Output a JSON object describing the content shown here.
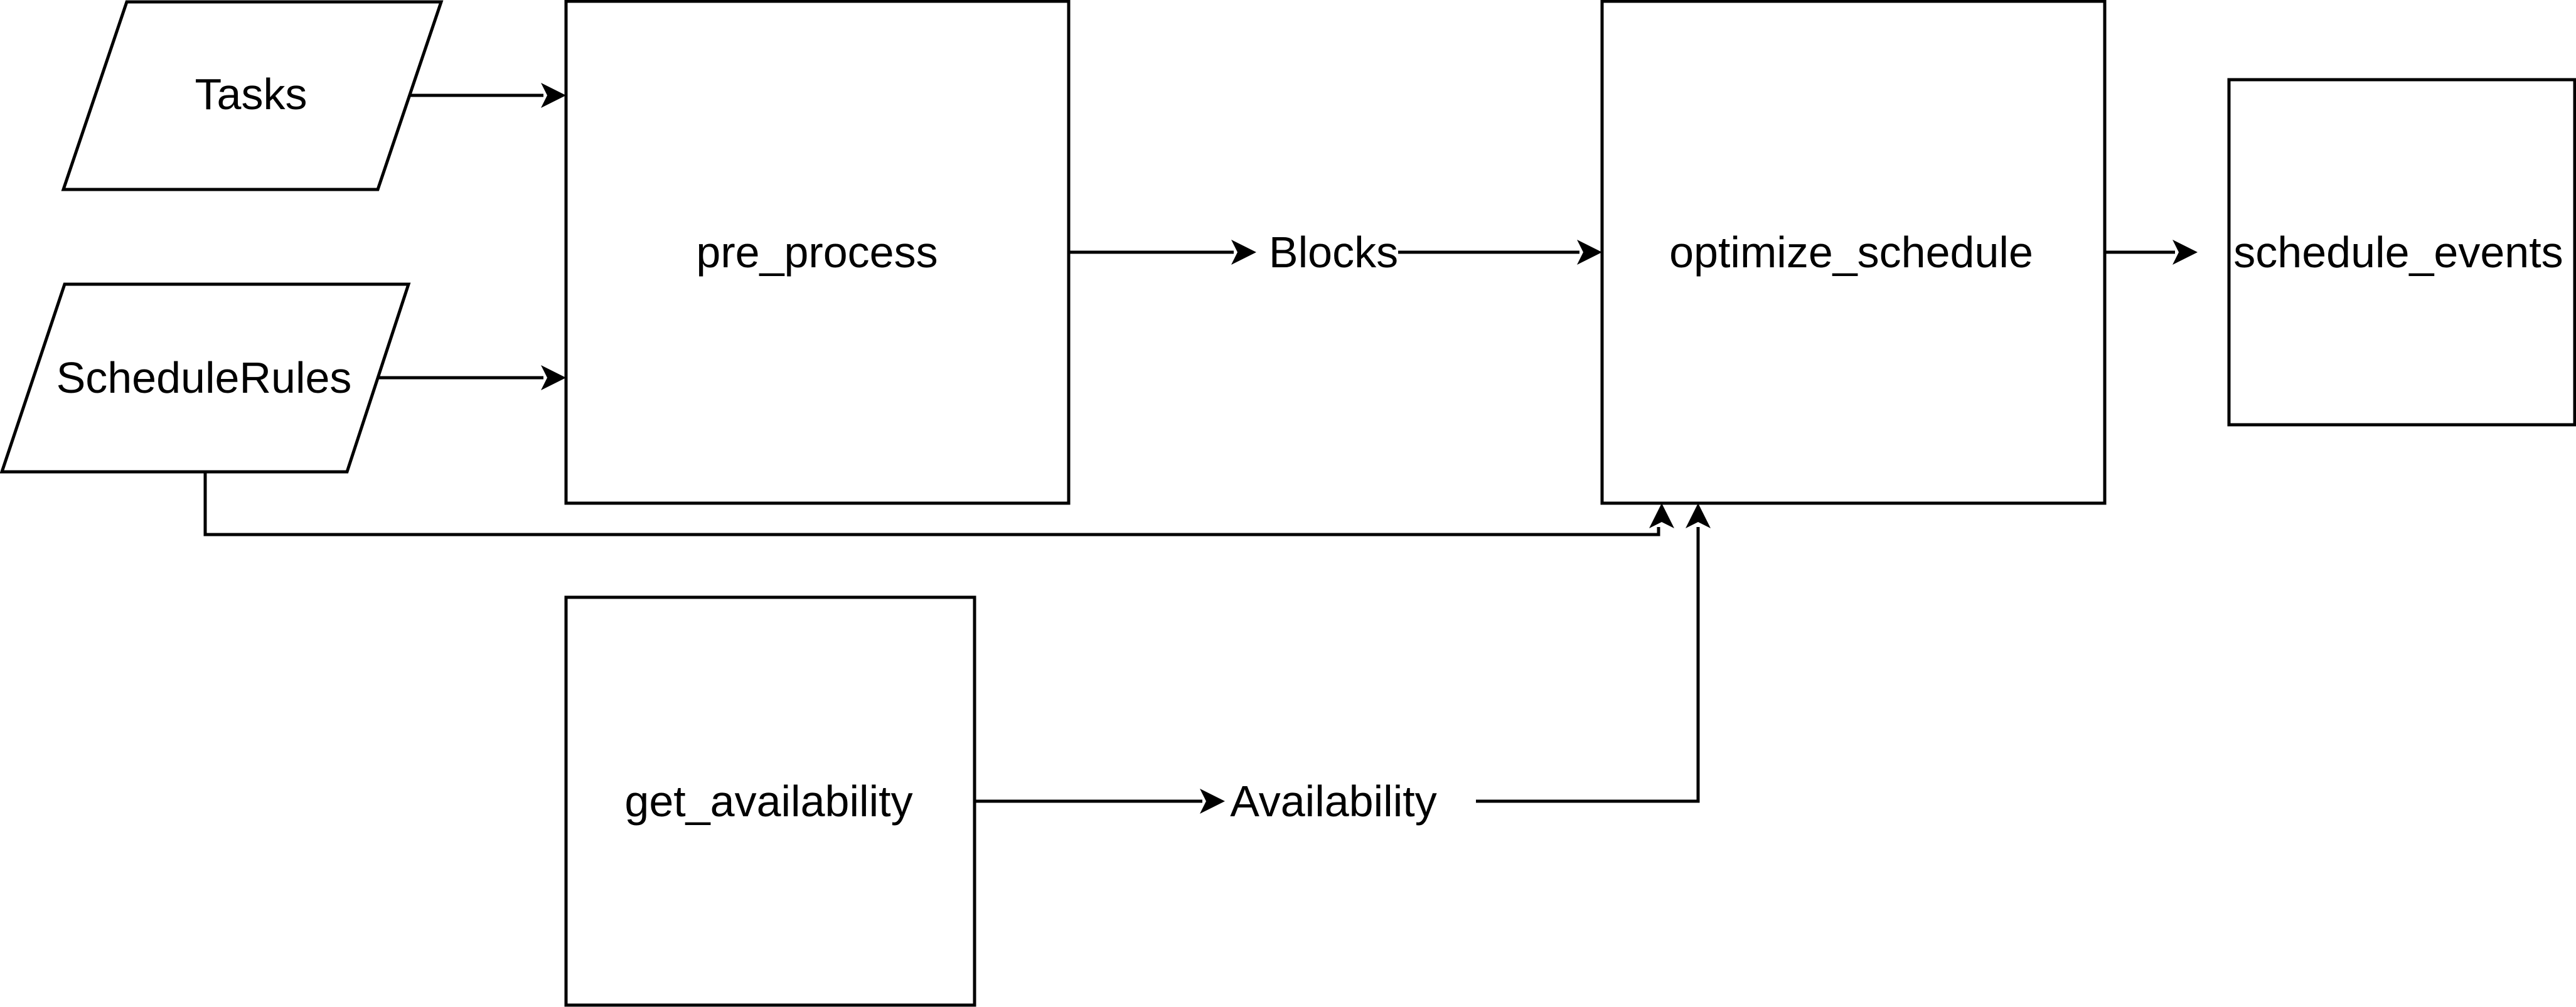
{
  "nodes": {
    "tasks": "Tasks",
    "schedule_rules": "ScheduleRules",
    "pre_process": "pre_process",
    "blocks": "Blocks",
    "optimize_schedule": "optimize_schedule",
    "schedule_events": "schedule_events",
    "get_availability": "get_availability",
    "availability": "Availability"
  }
}
